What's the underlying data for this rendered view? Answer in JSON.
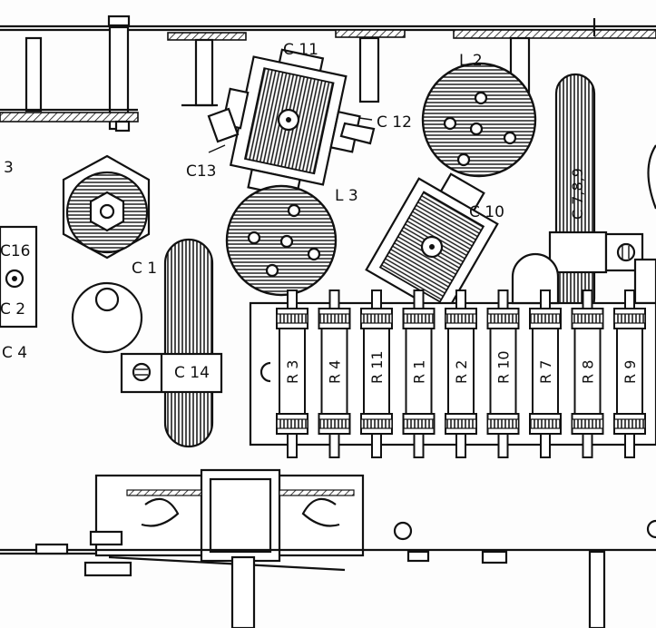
{
  "labels": {
    "c11": "C 11",
    "c12": "C 12",
    "c13": "C13",
    "l2": "L 2",
    "l3": "L 3",
    "c10": "C 10",
    "c1": "C 1",
    "c16": "C16",
    "c2": "C 2",
    "c4": "C 4",
    "c14": "C 14",
    "left3": "3",
    "c789": "C 7,8,9"
  },
  "resistors": [
    "R 3",
    "R 4",
    "R 11",
    "R 1",
    "R 2",
    "R 10",
    "R 7",
    "R 8",
    "R 9"
  ]
}
